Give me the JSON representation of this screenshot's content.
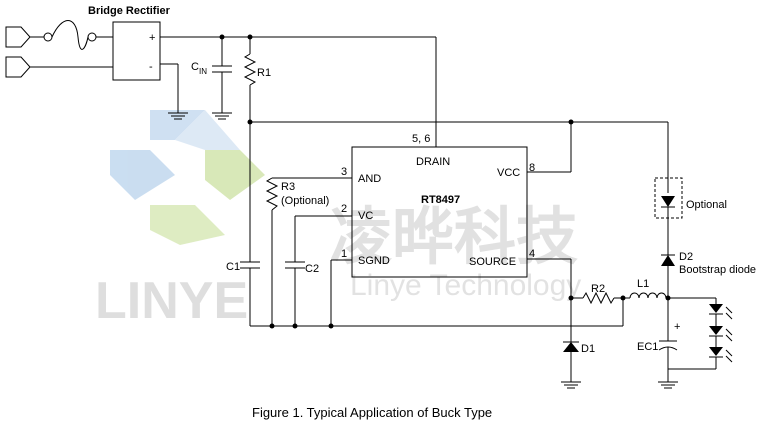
{
  "title": "Bridge Rectifier",
  "caption": "Figure 1. Typical Application of Buck Type",
  "ic": {
    "name": "RT8497",
    "pins": {
      "drain": "DRAIN",
      "drain_num": "5, 6",
      "vcc": "VCC",
      "vcc_num": "8",
      "and": "AND",
      "and_num": "3",
      "vc": "VC",
      "vc_num": "2",
      "sgnd": "SGND",
      "sgnd_num": "1",
      "source": "SOURCE",
      "source_num": "4"
    }
  },
  "components": {
    "rectifier_plus": "+",
    "rectifier_minus": "-",
    "cin": "C",
    "cin_sub": "IN",
    "r1": "R1",
    "r2": "R2",
    "r3": "R3",
    "r3_note": "(Optional)",
    "c1": "C1",
    "c2": "C2",
    "l1": "L1",
    "d1": "D1",
    "d2": "D2",
    "d2_note": "Bootstrap diode",
    "optional": "Optional",
    "ec1": "EC1",
    "ec1_plus": "+"
  },
  "watermark": {
    "cn": "凌晔科技",
    "en": "LINYE",
    "en2": "Linye Technology"
  }
}
